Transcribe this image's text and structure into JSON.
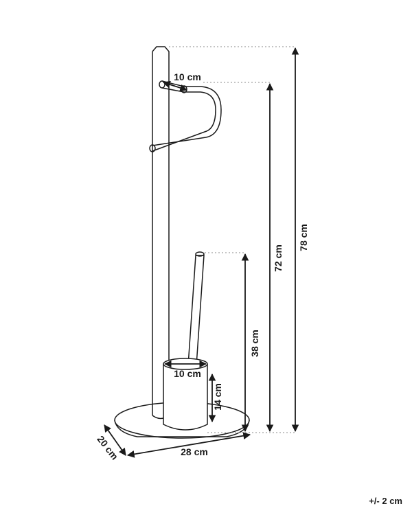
{
  "dimensions": {
    "total_height": "78 cm",
    "holder_height": "72 cm",
    "brush_height": "38 cm",
    "holder_depth": "10 cm",
    "cup_diameter": "10 cm",
    "cup_height": "14 cm",
    "base_width": "28 cm",
    "base_depth": "20 cm"
  },
  "tolerance": "+/- 2 cm",
  "colors": {
    "line": "#1a1a1a",
    "guide": "#888888"
  }
}
